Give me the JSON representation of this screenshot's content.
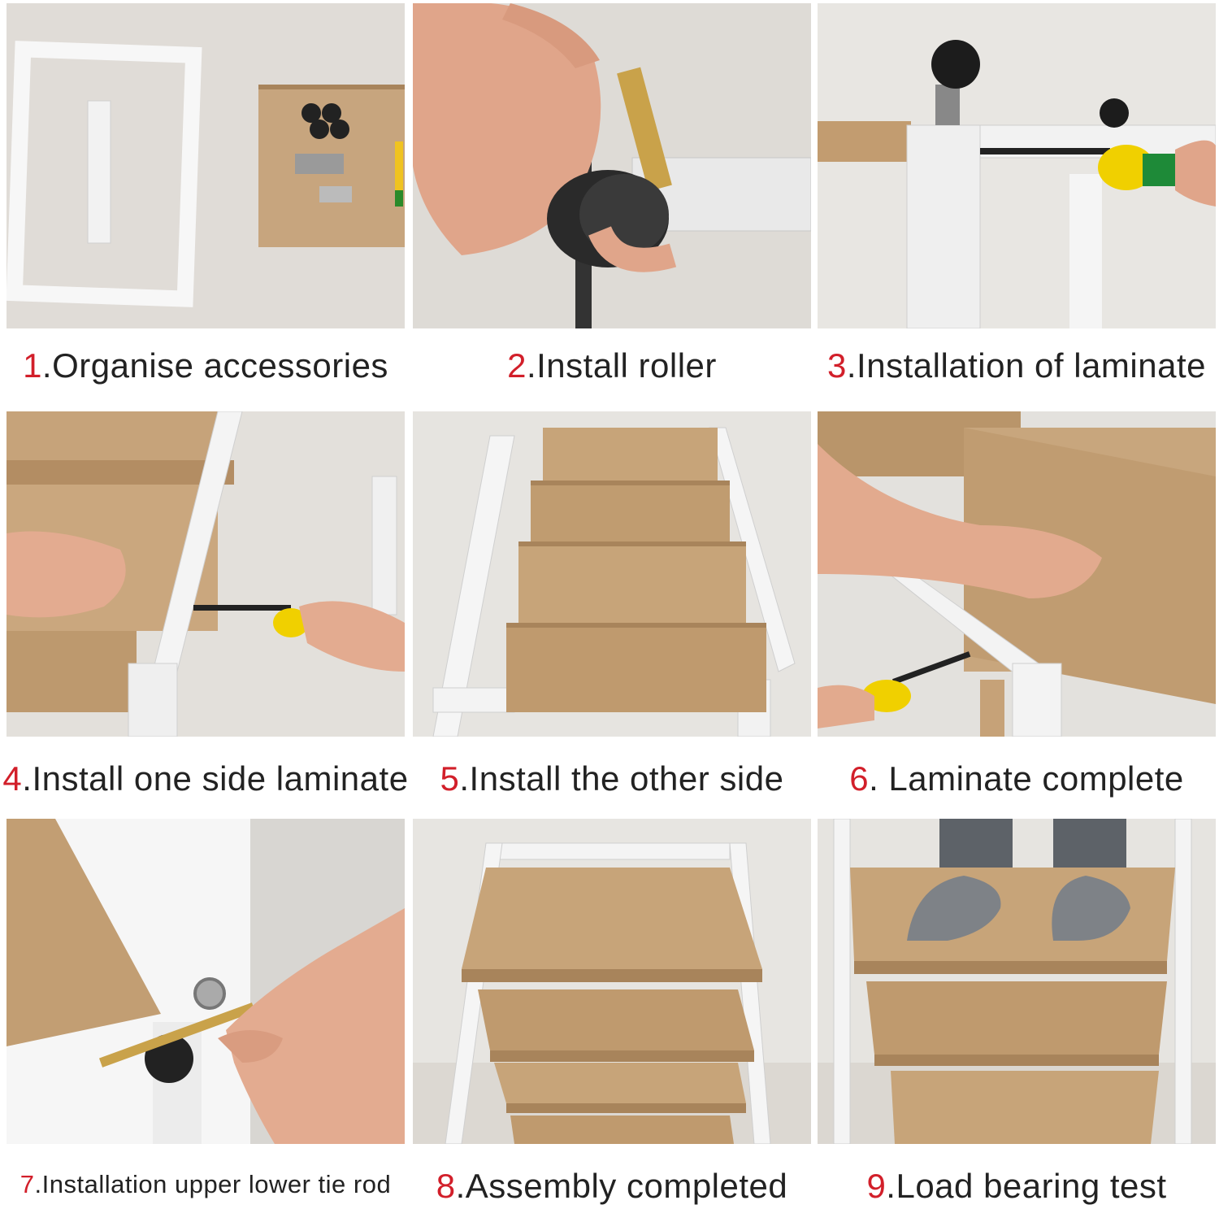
{
  "steps": [
    {
      "number": "1",
      "label": ".Organise accessories"
    },
    {
      "number": "2",
      "label": ".Install roller"
    },
    {
      "number": "3",
      "label": ".Installation of laminate"
    },
    {
      "number": "4",
      "label": ".Install one side laminate"
    },
    {
      "number": "5",
      "label": ".Install the other side"
    },
    {
      "number": "6",
      "label": ". Laminate complete"
    },
    {
      "number": "7",
      "label": ".Installation upper lower tie rod"
    },
    {
      "number": "8",
      "label": ".Assembly completed"
    },
    {
      "number": "9",
      "label": ".Load bearing test"
    }
  ],
  "colors": {
    "step_number": "#d21f2a",
    "caption_text": "#222222",
    "wood": "#b8936a",
    "frame": "#f4f4f4"
  }
}
